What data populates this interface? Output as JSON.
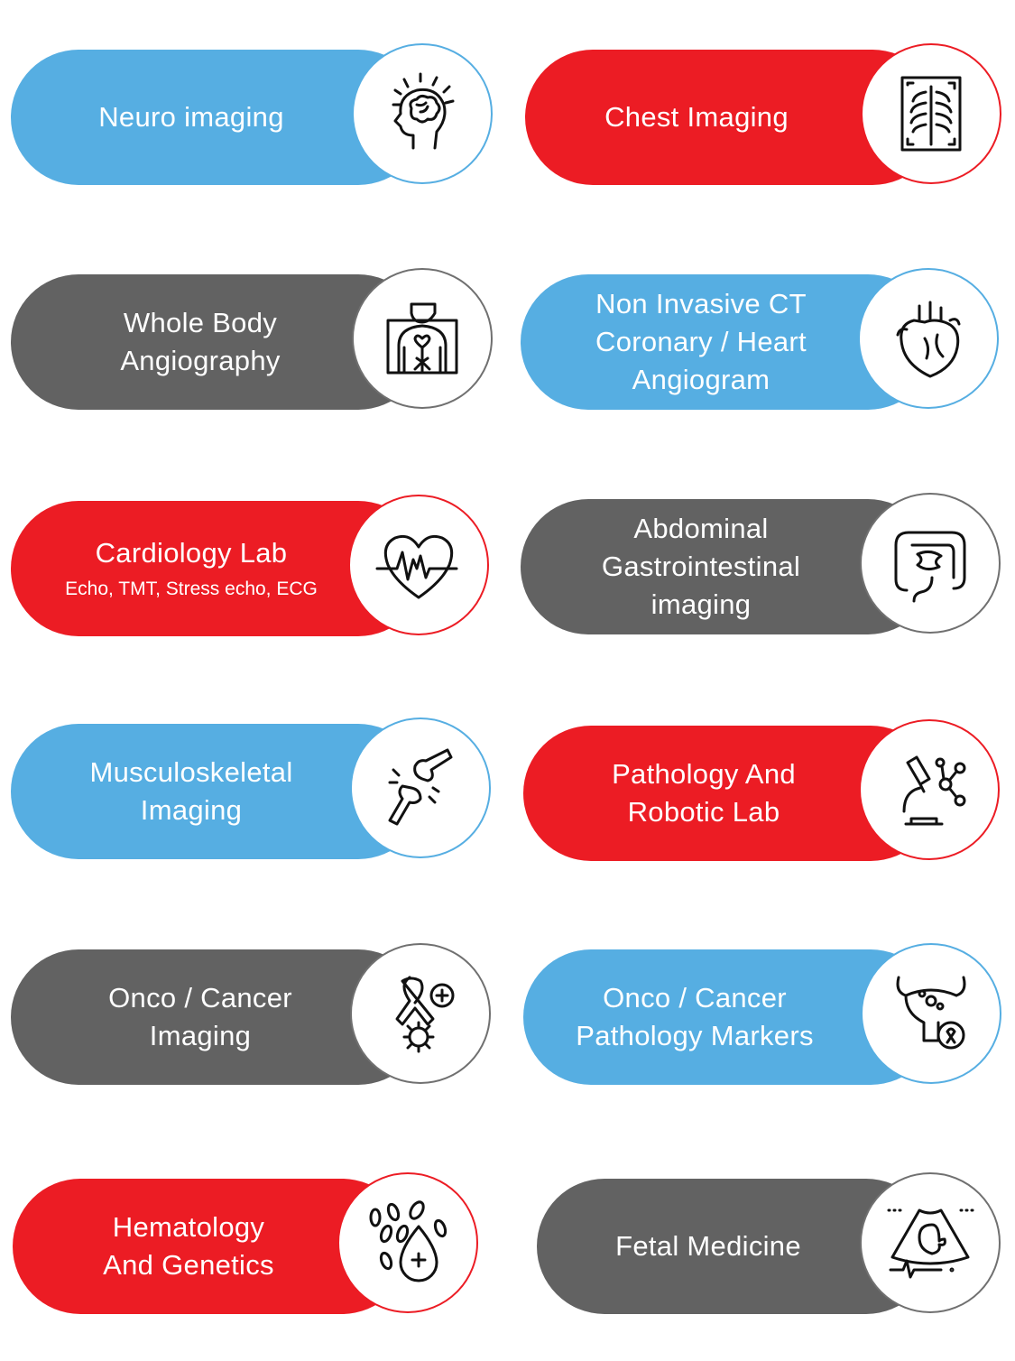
{
  "colors": {
    "blue": "#56aee2",
    "red": "#ec1c24",
    "gray": "#626262"
  },
  "services": [
    {
      "title": "Neuro imaging",
      "subtitle": "",
      "color": "blue",
      "icon": "brain-head-icon"
    },
    {
      "title": "Chest Imaging",
      "subtitle": "",
      "color": "red",
      "icon": "chest-xray-icon"
    },
    {
      "title": "Whole Body\nAngiography",
      "subtitle": "",
      "color": "gray",
      "icon": "body-angiography-icon"
    },
    {
      "title": "Non Invasive CT\nCoronary / Heart\nAngiogram",
      "subtitle": "",
      "color": "blue",
      "icon": "anatomical-heart-icon"
    },
    {
      "title": "Cardiology Lab",
      "subtitle": "Echo, TMT, Stress echo, ECG",
      "color": "red",
      "icon": "heart-pulse-icon"
    },
    {
      "title": "Abdominal\nGastrointestinal\nimaging",
      "subtitle": "",
      "color": "gray",
      "icon": "intestine-icon"
    },
    {
      "title": "Musculoskeletal\nImaging",
      "subtitle": "",
      "color": "blue",
      "icon": "bone-joint-icon"
    },
    {
      "title": "Pathology And\nRobotic Lab",
      "subtitle": "",
      "color": "red",
      "icon": "microscope-molecule-icon"
    },
    {
      "title": "Onco / Cancer\nImaging",
      "subtitle": "",
      "color": "gray",
      "icon": "cancer-ribbon-icon"
    },
    {
      "title": "Onco / Cancer\nPathology Markers",
      "subtitle": "",
      "color": "blue",
      "icon": "bladder-ribbon-icon"
    },
    {
      "title": "Hematology\nAnd Genetics",
      "subtitle": "",
      "color": "red",
      "icon": "blood-cells-drop-icon"
    },
    {
      "title": "Fetal Medicine",
      "subtitle": "",
      "color": "gray",
      "icon": "fetal-ultrasound-icon"
    }
  ]
}
